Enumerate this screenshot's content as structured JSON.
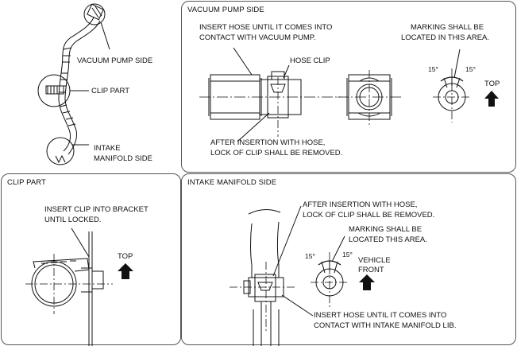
{
  "overview": {
    "label_vacuum": "VACUUM PUMP SIDE",
    "label_clip": "CLIP PART",
    "label_intake_1": "INTAKE",
    "label_intake_2": "MANIFOLD SIDE"
  },
  "vacuum_panel": {
    "title": "VACUUM PUMP SIDE",
    "insert_note_1": "INSERT HOSE UNTIL IT COMES INTO",
    "insert_note_2": "CONTACT WITH VACUUM PUMP.",
    "hose_clip": "HOSE CLIP",
    "after_note_1": "AFTER INSERTION WITH HOSE,",
    "after_note_2": "LOCK OF CLIP SHALL BE REMOVED.",
    "marking_1": "MARKING SHALL BE",
    "marking_2": "LOCATED IN THIS AREA.",
    "angle_left": "15°",
    "angle_right": "15°",
    "top": "TOP"
  },
  "clip_panel": {
    "title": "CLIP PART",
    "insert_note_1": "INSERT CLIP INTO BRACKET",
    "insert_note_2": "UNTIL LOCKED.",
    "top": "TOP"
  },
  "intake_panel": {
    "title": "INTAKE MANIFOLD SIDE",
    "after_note_1": "AFTER INSERTION WITH HOSE,",
    "after_note_2": "LOCK OF CLIP SHALL BE REMOVED.",
    "marking_1": "MARKING SHALL BE",
    "marking_2": "LOCATED THIS AREA.",
    "angle_left": "15°",
    "angle_right": "15°",
    "vehicle_front_1": "VEHICLE",
    "vehicle_front_2": "FRONT",
    "insert_note_1": "INSERT HOSE UNTIL IT COMES INTO",
    "insert_note_2": "CONTACT WITH INTAKE MANIFOLD LIB."
  }
}
